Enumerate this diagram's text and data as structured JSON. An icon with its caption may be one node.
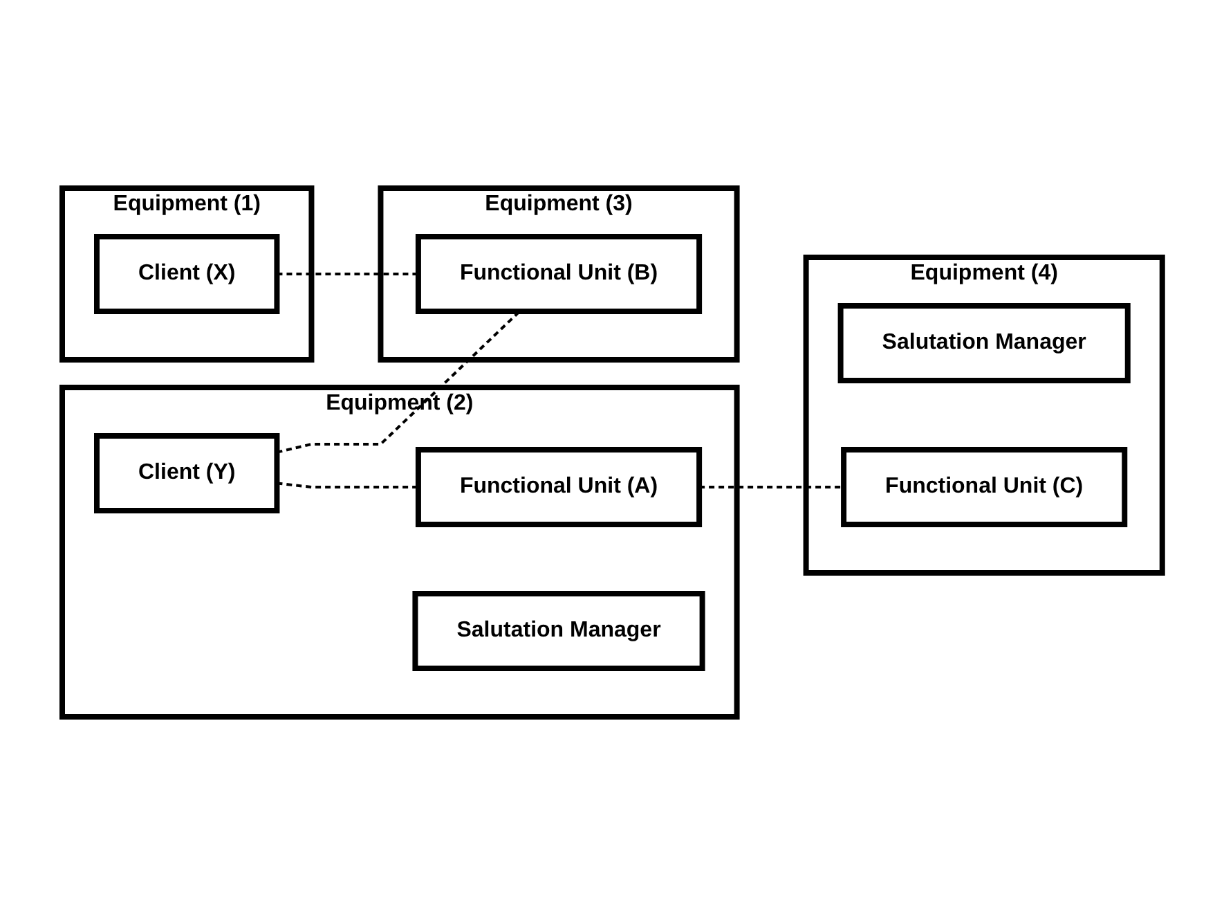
{
  "diagram": {
    "nodes": [
      {
        "text": [
          "Equipment (1)"
        ]
      },
      {
        "text": [
          "Client (X)"
        ],
        "in": 0
      },
      {
        "text": [
          "Equipment (2)"
        ]
      },
      {
        "text": [
          "Client (Y)"
        ],
        "in": 2
      },
      {
        "text": [
          "Functional Unit (A)"
        ],
        "in": 2
      },
      {
        "text": [
          "Salutation Manager"
        ],
        "in": 2
      },
      {
        "text": [
          "Equipment (4)"
        ]
      },
      {
        "text": [
          "Salutation Manager"
        ],
        "in": 6
      },
      {
        "text": [
          "Functional Unit (C)"
        ],
        "in": 6
      },
      {
        "text": [
          "Equipment (3)"
        ]
      },
      {
        "text": [
          "Functional Unit (B)"
        ],
        "in": 9
      }
    ],
    "edges": [
      {
        "from": 1,
        "to": 10,
        "arrow": "none",
        "style": "dashed"
      },
      {
        "from": 3,
        "to": 10,
        "arrow": "none",
        "style": "dashed"
      },
      {
        "from": 3,
        "to": 4,
        "arrow": "none",
        "style": "dashed"
      },
      {
        "from": 4,
        "to": 8,
        "arrow": "none",
        "style": "dashed"
      }
    ]
  }
}
